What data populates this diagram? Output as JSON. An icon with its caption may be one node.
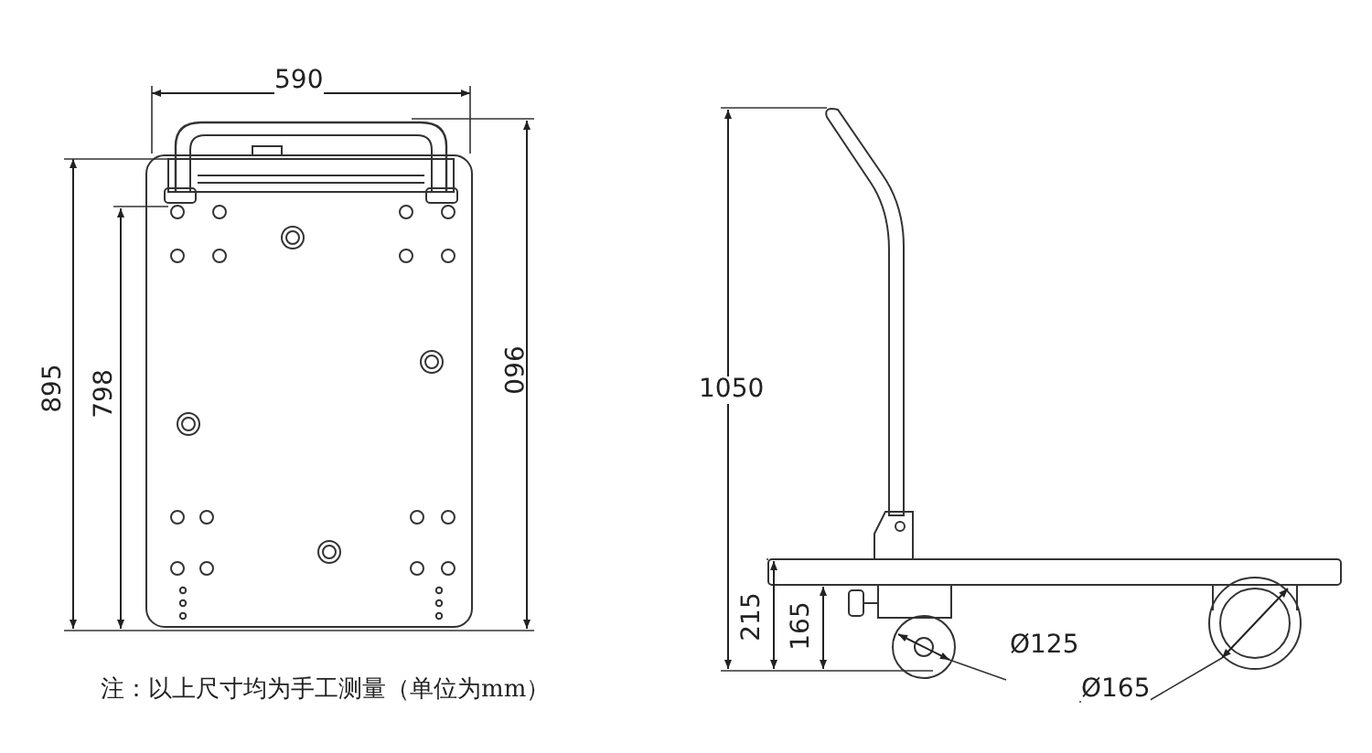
{
  "diagram": {
    "caption": "注：以上尺寸均为手工测量（单位为mm）",
    "labels": [
      "590",
      "895",
      "798",
      "960",
      "1050",
      "215",
      "165",
      "Ø125",
      "Ø165"
    ]
  }
}
